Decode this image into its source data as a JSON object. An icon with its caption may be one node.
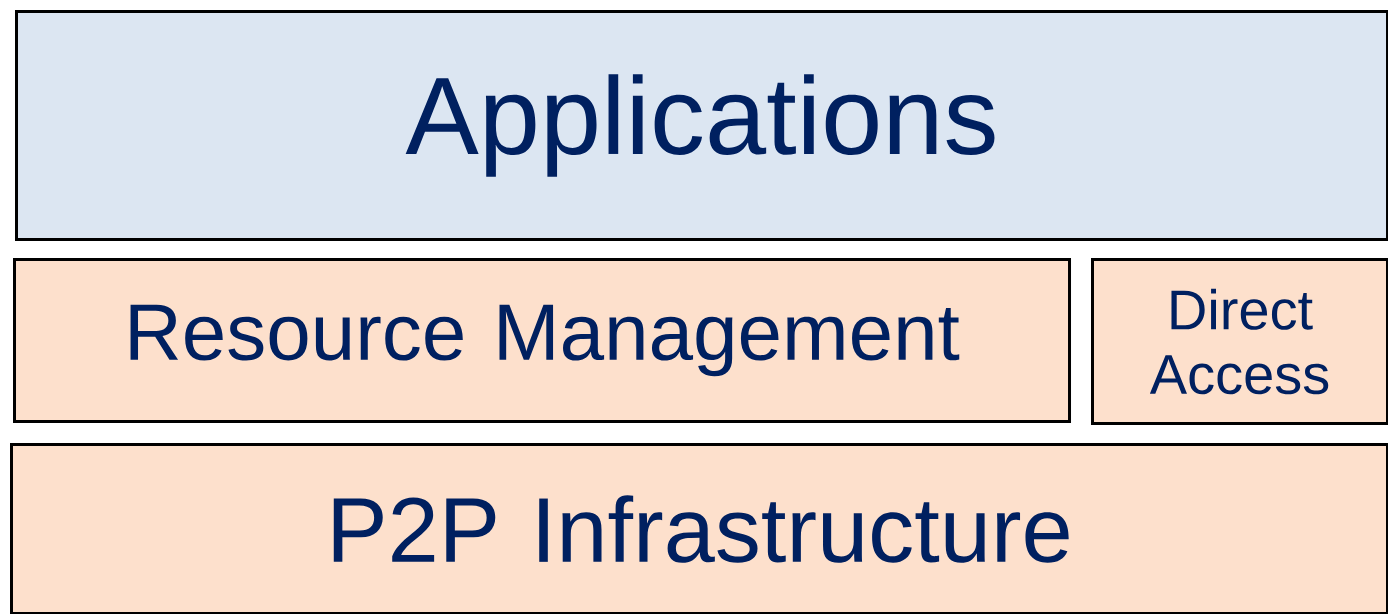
{
  "diagram": {
    "nodes": [
      {
        "text": [
          "Applications"
        ]
      },
      {
        "text": [
          "Resource Management"
        ]
      },
      {
        "text": [
          "Direct Access"
        ]
      },
      {
        "text": [
          "P2P Infrastructure"
        ]
      }
    ]
  }
}
